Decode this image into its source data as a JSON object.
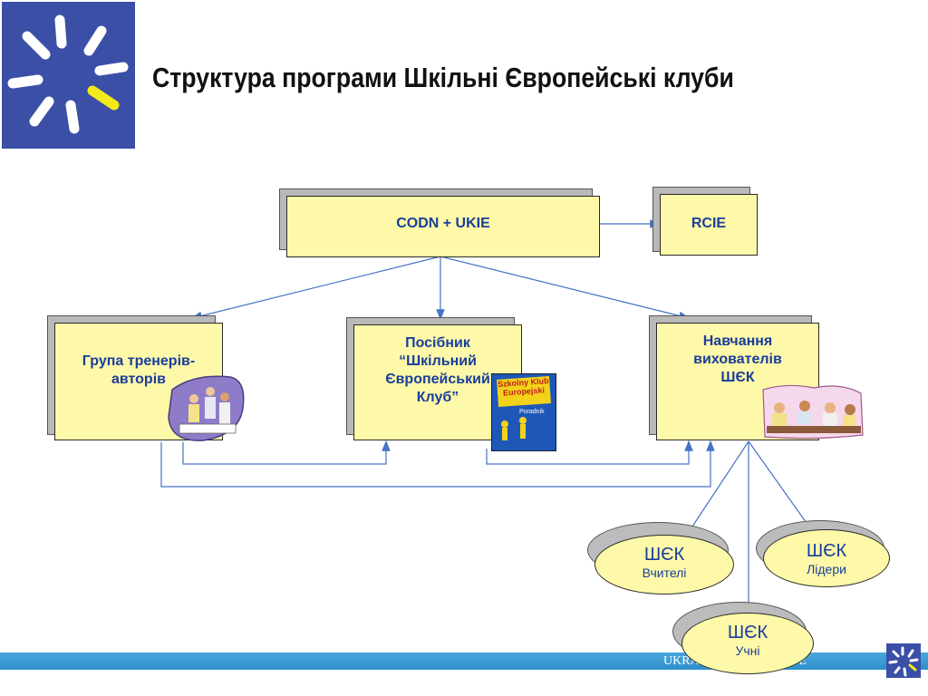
{
  "title": "Структура програми Шкільні Європейські клуби",
  "boxes": {
    "codn": "CODN + UKIE",
    "rcie": "RCIE",
    "trainers": [
      "Група тренерів-",
      "авторів"
    ],
    "manual": [
      "Посібник",
      "“Шкільний",
      "Європейський",
      "Клуб”"
    ],
    "training": [
      "Навчання",
      "вихователів",
      "ШЄК"
    ]
  },
  "ovals": {
    "teachers": {
      "main": "ШЄК",
      "sub": "Вчителі"
    },
    "leaders": {
      "main": "ШЄК",
      "sub": "Лідери"
    },
    "students": {
      "main": "ШЄК",
      "sub": "Учні"
    }
  },
  "book_cover": {
    "title": "Szkolny Klub Europejski",
    "subtitle": "Poradnik"
  },
  "footer": {
    "text": "UKRAINA  …  DZE DO UE"
  },
  "colors": {
    "box_fill": "#fdf9a8",
    "box_text": "#1a3d9c",
    "connector": "#4472c4",
    "logo_blue": "#3b4fa6",
    "logo_yellow": "#f2ea1a",
    "band": "#3b9bd5"
  },
  "icons": [
    "sunburst-logo-icon",
    "trainers-clipart",
    "book-cover-clipart",
    "students-clipart"
  ]
}
